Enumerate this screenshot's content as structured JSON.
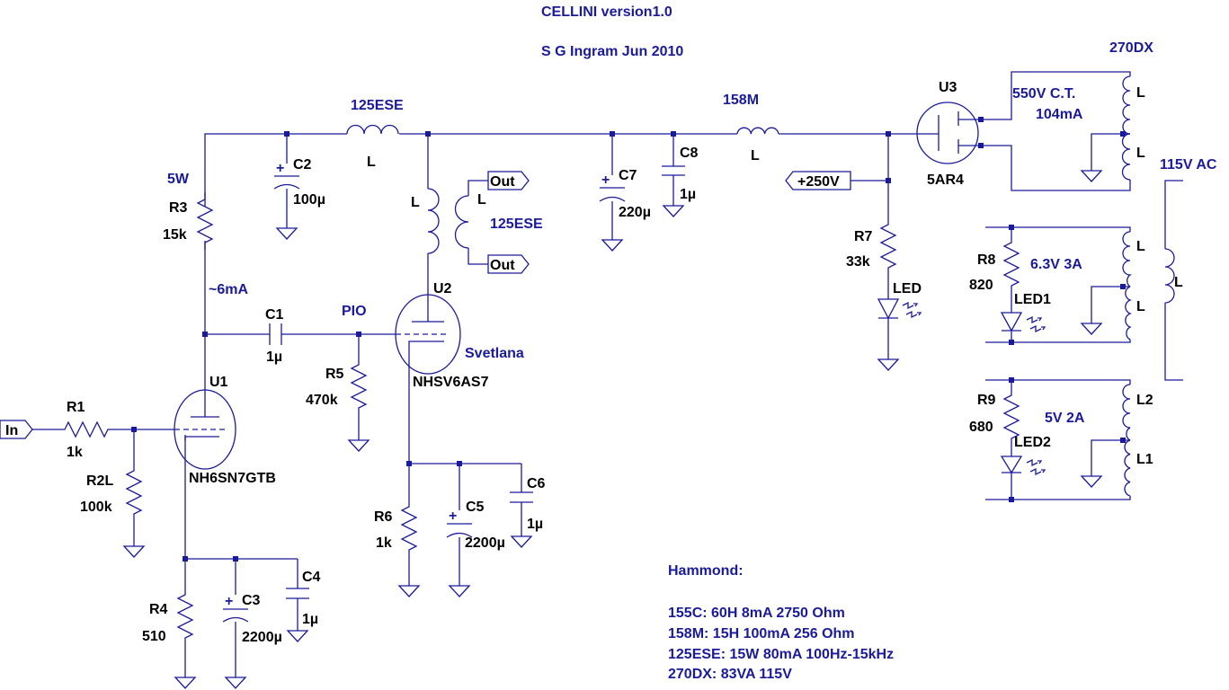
{
  "title": "CELLINI version1.0",
  "author": "S G Ingram Jun 2010",
  "transformer_name": "270DX",
  "colors": {
    "wire": "#1a1a9c",
    "component_label": "#000000",
    "annotation": "#1a1a9c",
    "background": "#ffffff"
  },
  "labels": {
    "r1_name": "R1",
    "r1_value": "1k",
    "r2_name": "R2L",
    "r2_value": "100k",
    "r3_name": "R3",
    "r3_value": "15k",
    "r3_note": "5W",
    "r4_name": "R4",
    "r4_value": "510",
    "r5_name": "R5",
    "r5_value": "470k",
    "r6_name": "R6",
    "r6_value": "1k",
    "r7_name": "R7",
    "r7_value": "33k",
    "r8_name": "R8",
    "r8_value": "820",
    "r9_name": "R9",
    "r9_value": "680",
    "c1_name": "C1",
    "c1_value": "1µ",
    "c1_note": "PIO",
    "c2_name": "C2",
    "c2_value": "100µ",
    "c3_name": "C3",
    "c3_value": "2200µ",
    "c4_name": "C4",
    "c4_value": "1µ",
    "c5_name": "C5",
    "c5_value": "2200µ",
    "c6_name": "C6",
    "c6_value": "1µ",
    "c7_name": "C7",
    "c7_value": "220µ",
    "c8_name": "C8",
    "c8_value": "1µ",
    "u1_name": "U1",
    "u1_value": "NH6SN7GTB",
    "u2_name": "U2",
    "u2_value": "NHSV6AS7",
    "u2_note": "Svetlana",
    "u3_name": "U3",
    "u3_value": "5AR4",
    "choke1_note": "125ESE",
    "choke1_name": "L",
    "choke2_note": "158M",
    "choke2_name": "L",
    "ot_primary": "L",
    "ot_secondary": "L",
    "ot_note": "125ESE",
    "out_top": "Out",
    "out_bottom": "Out",
    "input_label": "In",
    "bplus_label": "+250V",
    "current_note": "~6mA",
    "hv_note_1": "550V C.T.",
    "hv_note_2": "104mA",
    "hv_coil_top": "L",
    "hv_coil_bottom": "L",
    "mains_note": "115V AC",
    "mains_coil": "L",
    "fil1_note": "6.3V 3A",
    "fil1_coil_top": "L",
    "fil1_coil_bottom": "L",
    "fil2_note": "5V 2A",
    "fil2_coil_top": "L2",
    "fil2_coil_bottom": "L1",
    "led_name": "LED",
    "led1_name": "LED1",
    "led2_name": "LED2"
  },
  "notes": {
    "heading": "Hammond:",
    "lines": [
      "155C: 60H 8mA 2750 Ohm",
      "158M: 15H 100mA 256 Ohm",
      "125ESE: 15W 80mA 100Hz-15kHz",
      "270DX: 83VA 115V"
    ]
  }
}
